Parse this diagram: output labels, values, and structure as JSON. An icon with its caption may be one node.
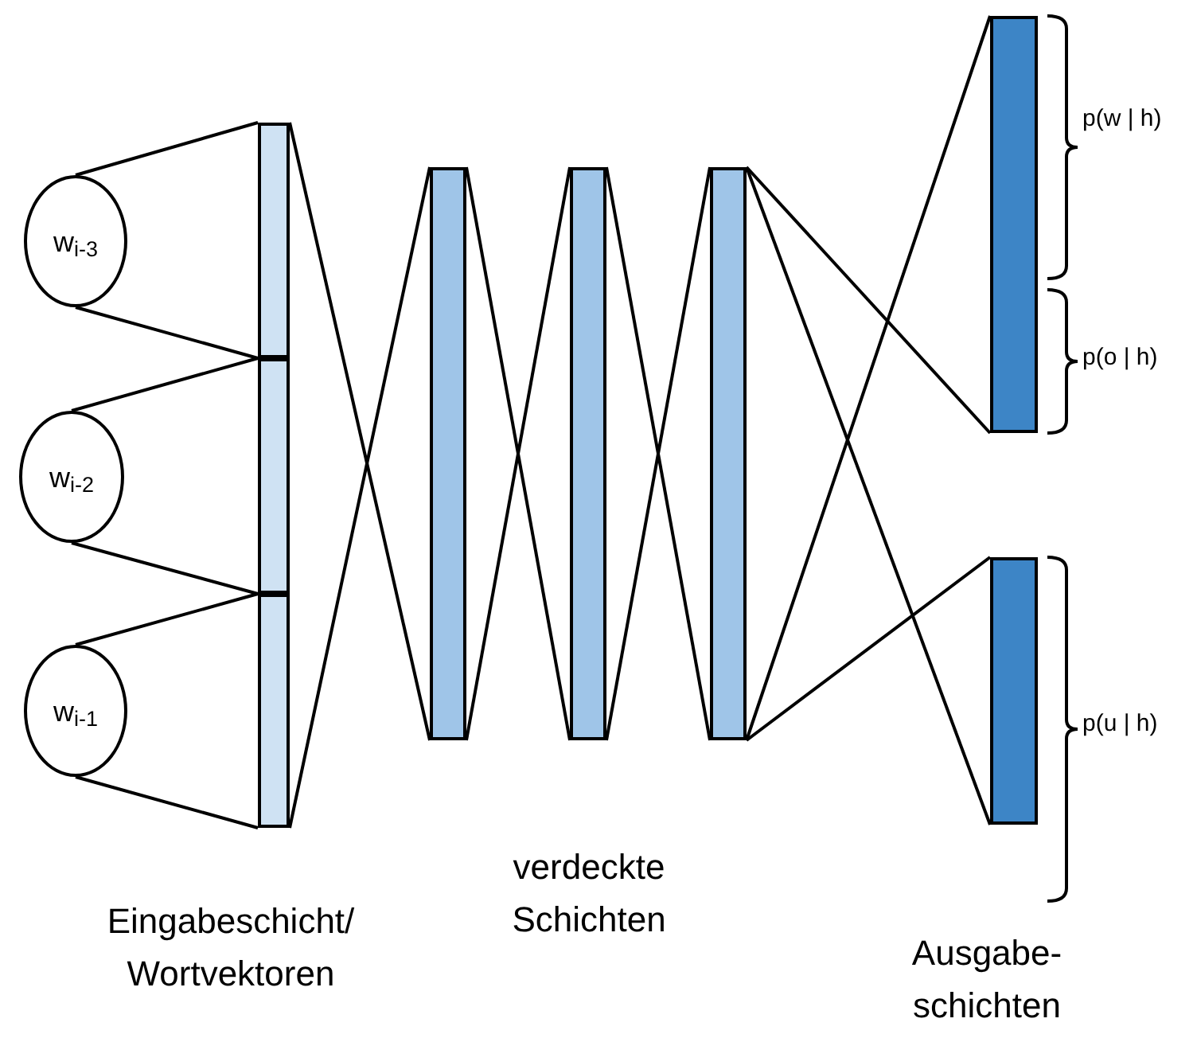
{
  "diagram": {
    "nodes": [
      {
        "text": [
          "w$_{i-3}$"
        ]
      },
      {
        "text": [
          "w$_{i-2}$"
        ]
      },
      {
        "text": [
          "w$_{i-1}$"
        ]
      },
      {
        "text": [],
        "shape": "bar"
      },
      {
        "text": [],
        "shape": "bar"
      },
      {
        "text": [],
        "shape": "bar"
      },
      {
        "text": [],
        "shape": "bar"
      },
      {
        "text": [],
        "shape": "bar"
      },
      {
        "text": [],
        "shape": "bar"
      },
      {
        "text": [],
        "shape": "bar"
      },
      {
        "text": [],
        "shape": "bar"
      }
    ],
    "edges": [
      {
        "from": 0,
        "to": 3,
        "arrow": "none"
      },
      {
        "from": 0,
        "to": 3,
        "arrow": "none"
      },
      {
        "from": 1,
        "to": 4,
        "arrow": "none"
      },
      {
        "from": 1,
        "to": 4,
        "arrow": "none"
      },
      {
        "from": 2,
        "to": 5,
        "arrow": "none"
      },
      {
        "from": 2,
        "to": 5,
        "arrow": "none"
      },
      {
        "from": 3,
        "to": 6,
        "arrow": "none"
      },
      {
        "from": 5,
        "to": 6,
        "arrow": "none"
      },
      {
        "from": 6,
        "to": 7,
        "arrow": "none"
      },
      {
        "from": 6,
        "to": 7,
        "arrow": "none"
      },
      {
        "from": 7,
        "to": 8,
        "arrow": "none"
      },
      {
        "from": 7,
        "to": 8,
        "arrow": "none"
      },
      {
        "from": 8,
        "to": 9,
        "arrow": "none"
      },
      {
        "from": 8,
        "to": 9,
        "arrow": "none"
      },
      {
        "from": 8,
        "to": 10,
        "arrow": "none"
      },
      {
        "from": 8,
        "to": 10,
        "arrow": "none"
      }
    ],
    "labels": [
      "p(w | h)",
      "p(o | h)",
      "p(u | h)",
      "Eingabeschicht/ Wortvektoren",
      "verdeckte Schichten",
      "Ausgabe- schichten"
    ]
  }
}
